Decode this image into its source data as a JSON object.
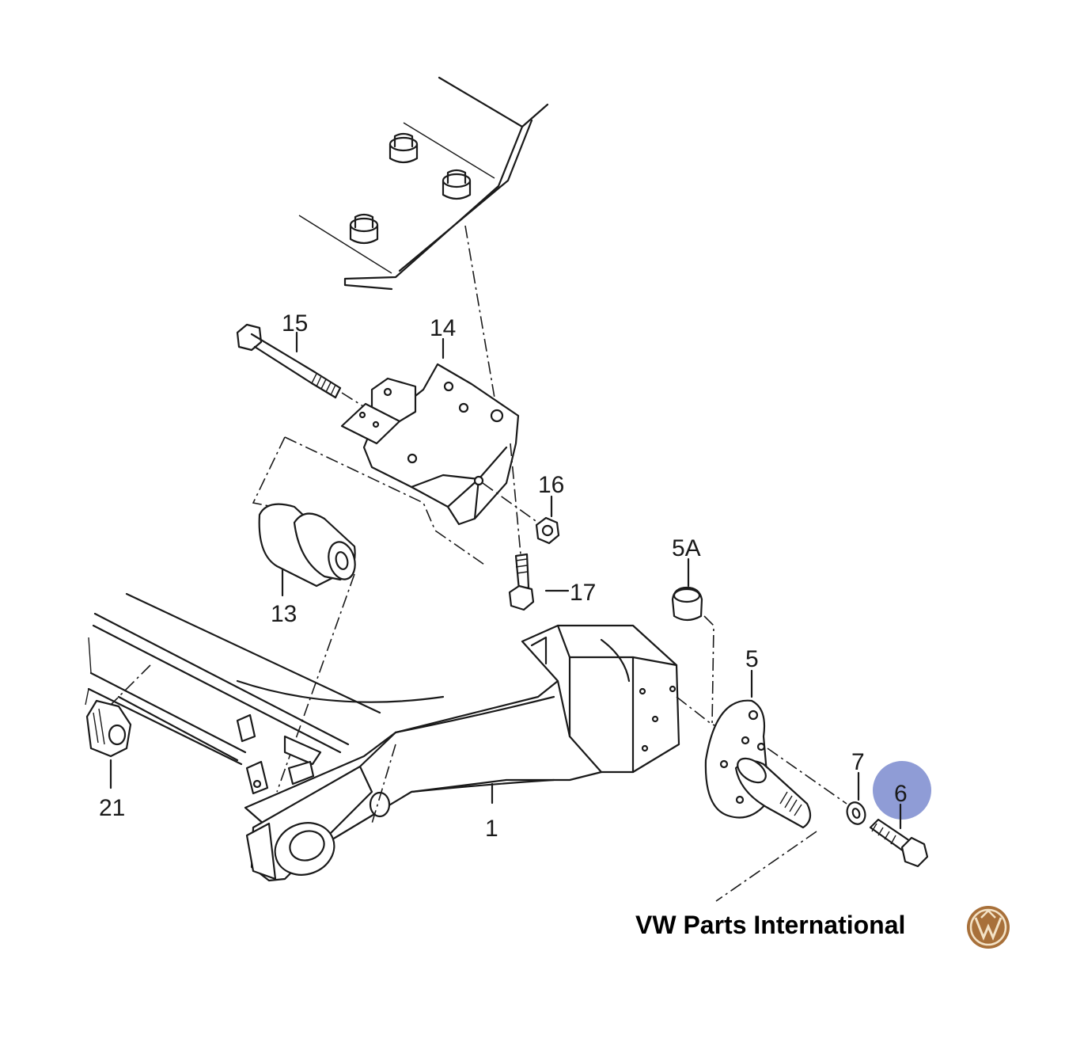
{
  "labels": {
    "l1": "1",
    "l5": "5",
    "l5a": "5A",
    "l6": "6",
    "l7": "7",
    "l13": "13",
    "l14": "14",
    "l15": "15",
    "l16": "16",
    "l17": "17",
    "l21": "21"
  },
  "brand": {
    "text": "VW Parts International",
    "logo": "vw-logo-icon"
  },
  "colors": {
    "highlight": "#8f9cd6",
    "logo_bronze": "#a8703a"
  }
}
